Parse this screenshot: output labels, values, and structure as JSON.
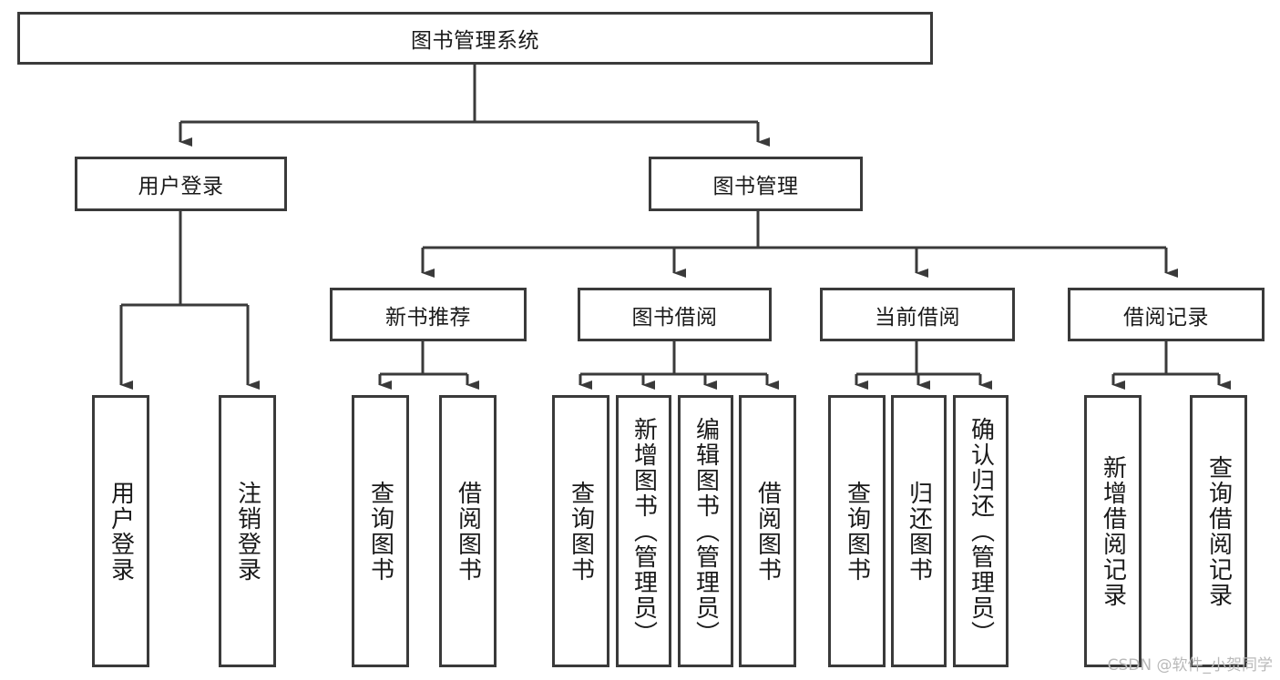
{
  "diagram": {
    "type": "tree-hierarchy",
    "title": "图书管理系统",
    "watermark": "CSDN @软件_小贺同学",
    "colors": {
      "stroke": "#3a3a3a",
      "background": "#ffffff",
      "text": "#1a1a1a",
      "watermark": "#b9b9b9"
    },
    "levels": {
      "root": {
        "label": "图书管理系统"
      },
      "level2": [
        {
          "id": "user-login",
          "label": "用户登录"
        },
        {
          "id": "book-manage",
          "label": "图书管理"
        }
      ],
      "level3": [
        {
          "id": "new-book-recommend",
          "label": "新书推荐"
        },
        {
          "id": "book-borrow",
          "label": "图书借阅"
        },
        {
          "id": "current-borrow",
          "label": "当前借阅"
        },
        {
          "id": "borrow-record",
          "label": "借阅记录"
        }
      ],
      "leaves": [
        {
          "id": "leaf-user-login",
          "label": "用户登录",
          "parent": "user-login"
        },
        {
          "id": "leaf-logout-login",
          "label": "注销登录",
          "parent": "user-login"
        },
        {
          "id": "leaf-query-book-1",
          "label": "查询图书",
          "parent": "new-book-recommend"
        },
        {
          "id": "leaf-borrow-book-1",
          "label": "借阅图书",
          "parent": "new-book-recommend"
        },
        {
          "id": "leaf-query-book-2",
          "label": "查询图书",
          "parent": "book-borrow"
        },
        {
          "id": "leaf-add-book",
          "label": "新增图书（管理员）",
          "parent": "book-borrow"
        },
        {
          "id": "leaf-edit-book",
          "label": "编辑图书（管理员）",
          "parent": "book-borrow"
        },
        {
          "id": "leaf-borrow-book-2",
          "label": "借阅图书",
          "parent": "book-borrow"
        },
        {
          "id": "leaf-query-book-3",
          "label": "查询图书",
          "parent": "current-borrow"
        },
        {
          "id": "leaf-return-book",
          "label": "归还图书",
          "parent": "current-borrow"
        },
        {
          "id": "leaf-confirm-return",
          "label": "确认归还（管理员）",
          "parent": "current-borrow"
        },
        {
          "id": "leaf-add-record",
          "label": "新增借阅记录",
          "parent": "borrow-record"
        },
        {
          "id": "leaf-query-record",
          "label": "查询借阅记录",
          "parent": "borrow-record"
        }
      ]
    }
  }
}
